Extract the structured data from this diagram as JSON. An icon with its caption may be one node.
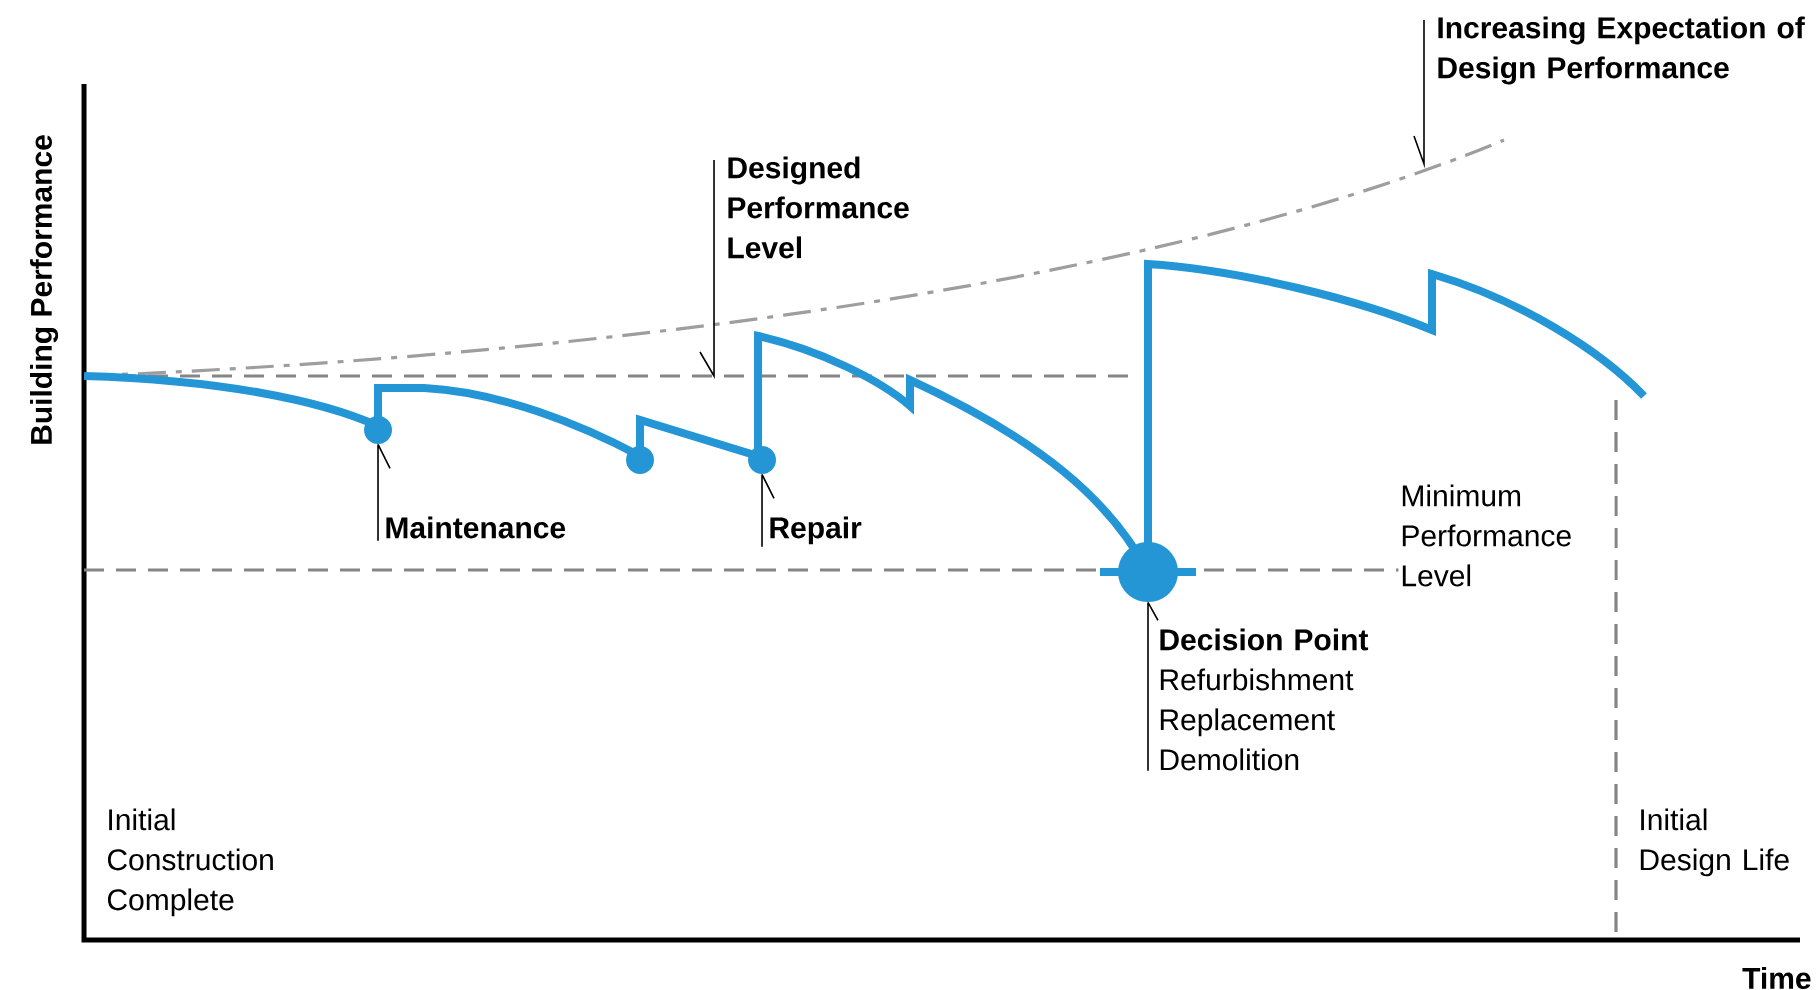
{
  "diagram": {
    "nodes": [
      {
        "text": [
          "Increasing Expectation of Design Performance"
        ]
      },
      {
        "text": [
          "Designed Performance Level"
        ]
      },
      {
        "text": [],
        "shape": "circle"
      },
      {
        "text": [],
        "shape": "circle"
      },
      {
        "text": [],
        "shape": "circle"
      },
      {
        "text": [],
        "shape": "circle"
      },
      {
        "text": [
          "Maintenance"
        ]
      },
      {
        "text": [
          "Repair"
        ]
      },
      {
        "text": [
          "Decision Point",
          "Refurbishment",
          "Replacement",
          "Demolition"
        ]
      }
    ],
    "edges": [
      {
        "from": 0,
        "to": null,
        "arrow": "none"
      },
      {
        "from": 1,
        "to": null,
        "arrow": "none"
      },
      {
        "from": 6,
        "to": 2,
        "arrow": "none"
      },
      {
        "from": 7,
        "to": 4,
        "arrow": "none"
      },
      {
        "from": 8,
        "to": 5,
        "arrow": "none"
      }
    ],
    "labels": [
      "Building Performance",
      "Minimum Performance Level",
      "Initial Construction Complete",
      "Initial Design Life",
      "Time"
    ]
  }
}
